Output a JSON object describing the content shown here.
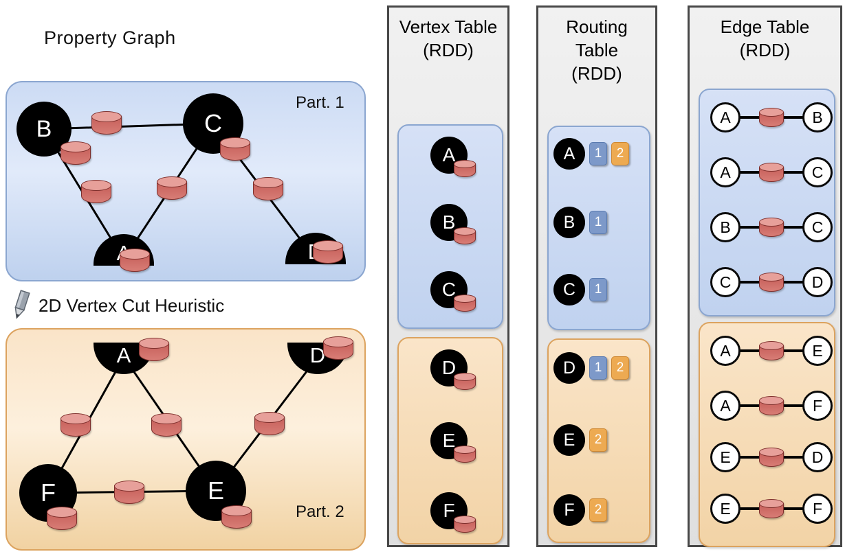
{
  "property_graph": {
    "title": "Property Graph",
    "cut_heuristic_label": "2D Vertex Cut Heuristic",
    "part1": {
      "label": "Part. 1",
      "vertices": [
        "B",
        "C",
        "A",
        "D"
      ],
      "edges": [
        "B–C",
        "B–A",
        "A–C",
        "C–D"
      ]
    },
    "part2": {
      "label": "Part. 2",
      "vertices": [
        "A",
        "D",
        "F",
        "E"
      ],
      "edges": [
        "A–F",
        "A–E",
        "F–E",
        "E–D"
      ]
    }
  },
  "vertex_table": {
    "title": "Vertex Table",
    "subtitle": "(RDD)",
    "part1": [
      "A",
      "B",
      "C"
    ],
    "part2": [
      "D",
      "E",
      "F"
    ]
  },
  "routing_table": {
    "title_lines": [
      "Routing",
      "Table",
      "(RDD)"
    ],
    "part1": [
      {
        "vertex": "A",
        "partitions": [
          "1",
          "2"
        ]
      },
      {
        "vertex": "B",
        "partitions": [
          "1"
        ]
      },
      {
        "vertex": "C",
        "partitions": [
          "1"
        ]
      }
    ],
    "part2": [
      {
        "vertex": "D",
        "partitions": [
          "1",
          "2"
        ]
      },
      {
        "vertex": "E",
        "partitions": [
          "2"
        ]
      },
      {
        "vertex": "F",
        "partitions": [
          "2"
        ]
      }
    ]
  },
  "edge_table": {
    "title": "Edge Table",
    "subtitle": "(RDD)",
    "part1": [
      {
        "src": "A",
        "dst": "B"
      },
      {
        "src": "A",
        "dst": "C"
      },
      {
        "src": "B",
        "dst": "C"
      },
      {
        "src": "C",
        "dst": "D"
      }
    ],
    "part2": [
      {
        "src": "A",
        "dst": "E"
      },
      {
        "src": "A",
        "dst": "F"
      },
      {
        "src": "E",
        "dst": "D"
      },
      {
        "src": "E",
        "dst": "F"
      }
    ]
  },
  "colors": {
    "partition1_fill": "#cfdcf3",
    "partition1_border": "#8ba6d0",
    "partition2_fill": "#f8e2c6",
    "partition2_border": "#dca35f",
    "property_icon_red": "#cf6a64",
    "badge_partition1_blue": "#7d99c9",
    "badge_partition2_orange": "#edaa52",
    "table_panel_gray": "#e8e8e8",
    "vertex_black": "#000000"
  }
}
